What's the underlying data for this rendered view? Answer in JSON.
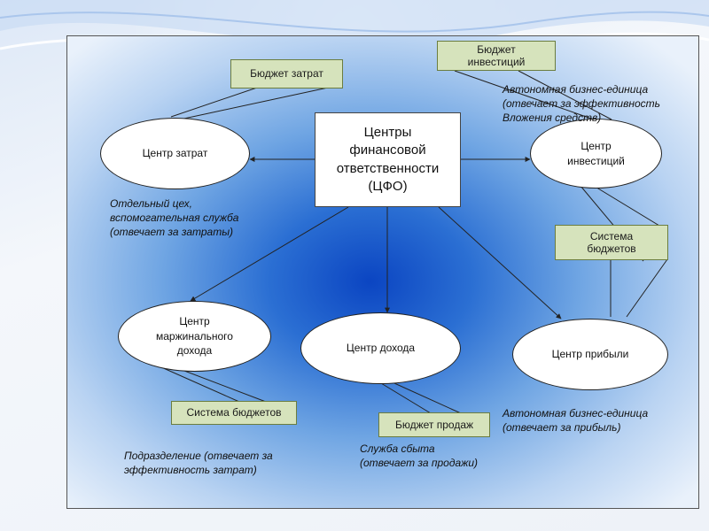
{
  "diagram": {
    "center": "Центры\nфинансовой\nответственности\n(ЦФО)",
    "nodes": {
      "cost_center": "Центр затрат",
      "investment_center": "Центр\nинвестиций",
      "marginal_income_center": "Центр\nмаржинального\nдохода",
      "income_center": "Центр дохода",
      "profit_center": "Центр прибыли"
    },
    "boxes": {
      "cost_budget": "Бюджет затрат",
      "investment_budget": "Бюджет\nинвестиций",
      "budget_system_right": "Система\nбюджетов",
      "budget_system_left": "Система бюджетов",
      "sales_budget": "Бюджет продаж"
    },
    "notes": {
      "cost_center": "Отдельный цех,\nвспомогательная служба\n (отвечает за затраты)",
      "investment_center": "Автономная бизнес-единица\n(отвечает за эффективность\nВложения средств)",
      "marginal_income_center": "Подразделение (отвечает за\nэффективность затрат)",
      "income_center": "Служба сбыта\n(отвечает за продажи)",
      "profit_center": "Автономная бизнес-единица\n(отвечает за прибыль)"
    }
  }
}
